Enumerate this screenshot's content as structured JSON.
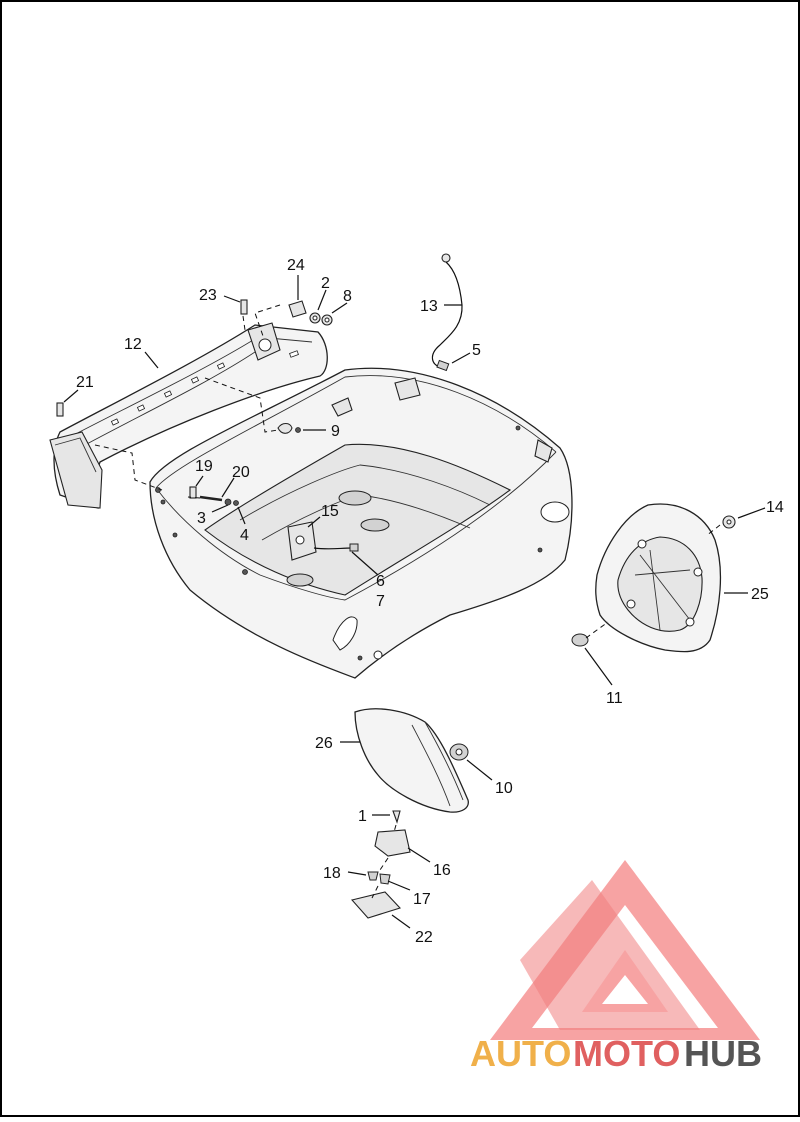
{
  "colors": {
    "border": "#000000",
    "logo_triangle": "#f26b6b",
    "logo_auto": "#f0b04a",
    "logo_moto": "#e06060",
    "logo_hub": "#555555"
  },
  "callouts": [
    {
      "id": "1",
      "label": "1"
    },
    {
      "id": "2",
      "label": "2"
    },
    {
      "id": "3",
      "label": "3"
    },
    {
      "id": "4",
      "label": "4"
    },
    {
      "id": "5",
      "label": "5"
    },
    {
      "id": "6",
      "label": "6"
    },
    {
      "id": "7",
      "label": "7"
    },
    {
      "id": "8",
      "label": "8"
    },
    {
      "id": "9",
      "label": "9"
    },
    {
      "id": "10",
      "label": "10"
    },
    {
      "id": "11",
      "label": "11"
    },
    {
      "id": "12",
      "label": "12"
    },
    {
      "id": "13",
      "label": "13"
    },
    {
      "id": "14",
      "label": "14"
    },
    {
      "id": "15",
      "label": "15"
    },
    {
      "id": "16",
      "label": "16"
    },
    {
      "id": "17",
      "label": "17"
    },
    {
      "id": "18",
      "label": "18"
    },
    {
      "id": "19",
      "label": "19"
    },
    {
      "id": "20",
      "label": "20"
    },
    {
      "id": "21",
      "label": "21"
    },
    {
      "id": "22",
      "label": "22"
    },
    {
      "id": "23",
      "label": "23"
    },
    {
      "id": "24",
      "label": "24"
    },
    {
      "id": "25",
      "label": "25"
    },
    {
      "id": "26",
      "label": "26"
    }
  ],
  "watermark": {
    "part1": "AUTO",
    "part2": "MOTO",
    "part3": "HUB"
  }
}
